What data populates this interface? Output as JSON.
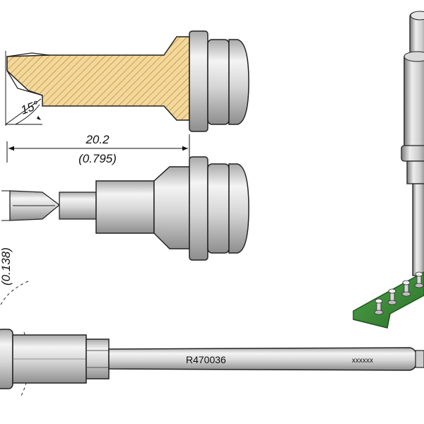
{
  "top_view": {
    "angle_label": "15°"
  },
  "middle_view": {
    "length_mm": "20.2",
    "length_in": "(0.795)",
    "width_in": "(0.138)"
  },
  "bottom_view": {
    "part_number": "R470036",
    "marking": "xxxxxx"
  },
  "colors": {
    "hatch_fill": "#f3d89b",
    "hatch_line": "#b07d2c",
    "metal_light": "#f2f2f2",
    "metal_mid": "#c9c9c9",
    "metal_dark": "#8c8c8c",
    "pcb_green": "#3f8f3a",
    "pcb_dark": "#1f5a1f",
    "outline": "#222222"
  }
}
